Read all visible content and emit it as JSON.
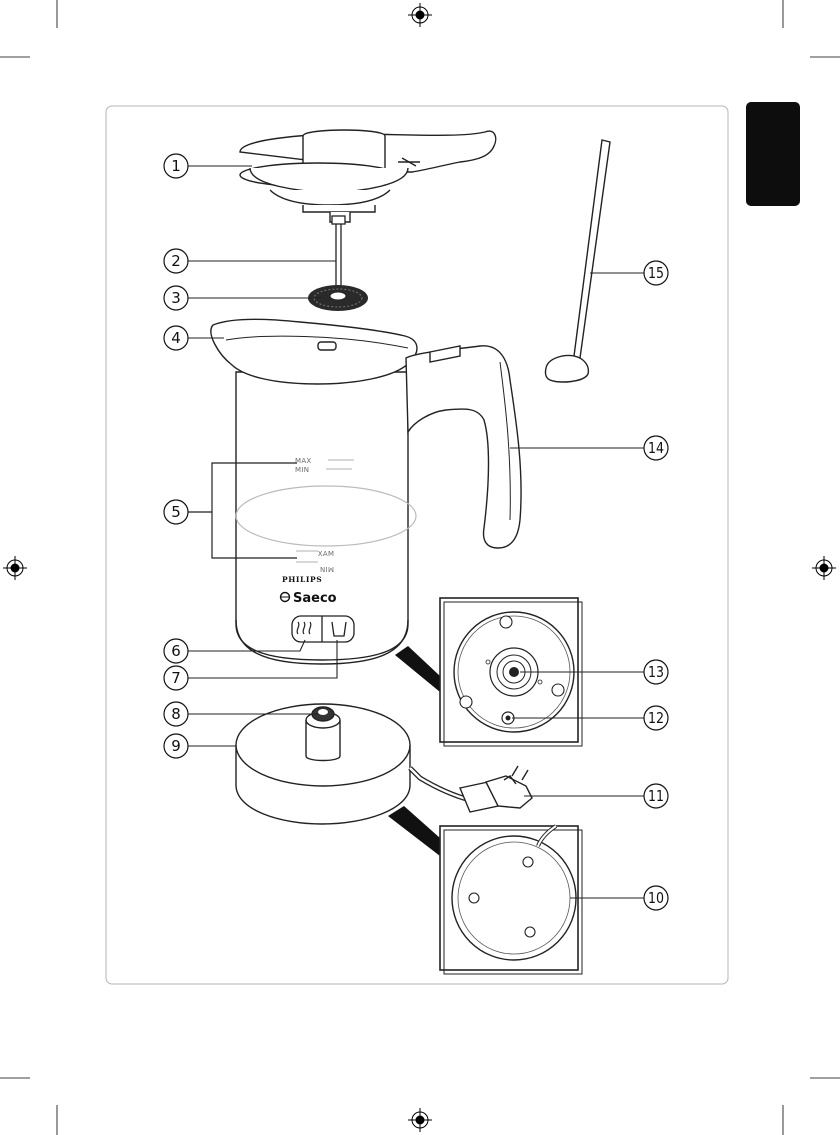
{
  "diagram": {
    "brand": {
      "line1": "PHILIPS",
      "line2": "Saeco"
    },
    "jug_markings": {
      "upper_max": "MAX",
      "upper_min": "MIN",
      "lower_max": "MAX",
      "lower_min": "MIN"
    },
    "callouts": [
      {
        "id": 1,
        "label": "1"
      },
      {
        "id": 2,
        "label": "2"
      },
      {
        "id": 3,
        "label": "3"
      },
      {
        "id": 4,
        "label": "4"
      },
      {
        "id": 5,
        "label": "5"
      },
      {
        "id": 6,
        "label": "6"
      },
      {
        "id": 7,
        "label": "7"
      },
      {
        "id": 8,
        "label": "8"
      },
      {
        "id": 9,
        "label": "9"
      },
      {
        "id": 10,
        "label": "10"
      },
      {
        "id": 11,
        "label": "11"
      },
      {
        "id": 12,
        "label": "12"
      },
      {
        "id": 13,
        "label": "13"
      },
      {
        "id": 14,
        "label": "14"
      },
      {
        "id": 15,
        "label": "15"
      }
    ]
  }
}
